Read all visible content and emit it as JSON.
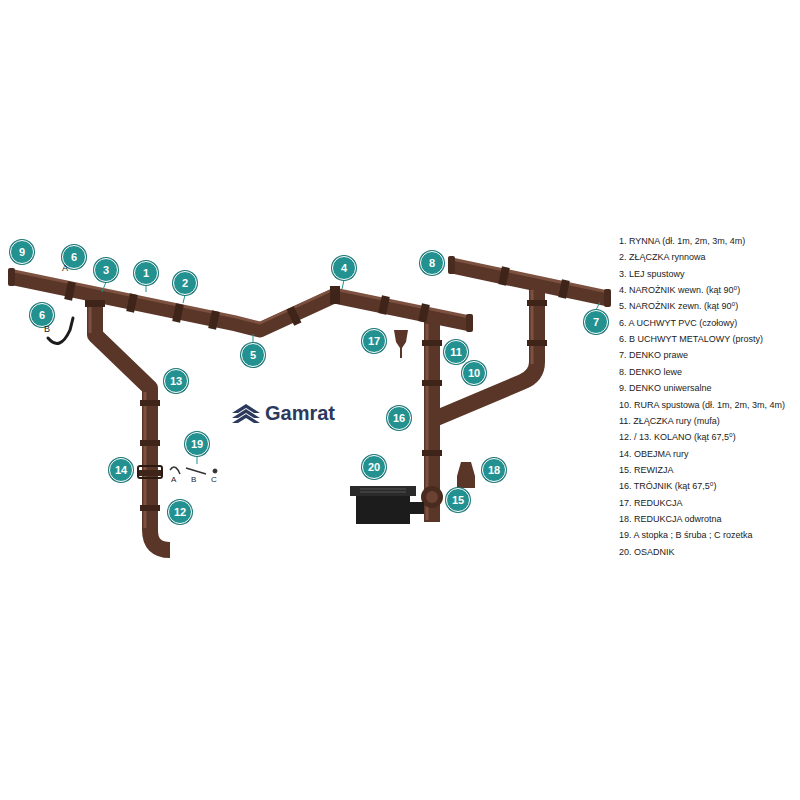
{
  "diagram": {
    "nodes": [
      {
        "text": [
          "9"
        ]
      },
      {
        "text": [
          "6"
        ]
      },
      {
        "text": [
          "3"
        ]
      },
      {
        "text": [
          "1"
        ]
      },
      {
        "text": [
          "2"
        ]
      },
      {
        "text": [
          "4"
        ]
      },
      {
        "text": [
          "8"
        ]
      },
      {
        "text": [
          "7"
        ]
      },
      {
        "text": [
          "6"
        ]
      },
      {
        "text": [
          "5"
        ]
      },
      {
        "text": [
          "17"
        ]
      },
      {
        "text": [
          "11"
        ]
      },
      {
        "text": [
          "10"
        ]
      },
      {
        "text": [
          "13"
        ]
      },
      {
        "text": [
          "16"
        ]
      },
      {
        "text": [
          "19"
        ]
      },
      {
        "text": [
          "14"
        ]
      },
      {
        "text": [
          "18"
        ]
      },
      {
        "text": [
          "20"
        ]
      },
      {
        "text": [
          "15"
        ]
      },
      {
        "text": [
          "12"
        ]
      }
    ],
    "labels": [
      "A",
      "B",
      "A",
      "B",
      "C",
      "Gamrat",
      "1. RYNNA (dł. 1m, 2m, 3m, 4m)",
      "2. ZŁĄCZKA rynnowa",
      "3. LEJ spustowy",
      "4. NAROŻNIK wewn. (kąt 90⁰)",
      "5. NAROŻNIK zewn. (kąt 90⁰)",
      "6. A UCHWYT PVC (czołowy)",
      "6. B UCHWYT METALOWY (prosty)",
      "7. DENKO prawe",
      "8. DENKO lewe",
      "9. DENKO uniwersalne",
      "10. RURA spustowa (dł. 1m, 2m, 3m, 4m)",
      "11. ZŁĄCZKA rury (mufa)",
      "12. / 13. KOLANO (kąt 67,5⁰)",
      "14. OBEJMA rury",
      "15. REWIZJA",
      "16. TRÓJNIK (kąt 67,5⁰)",
      "17. REDUKCJA",
      "18. REDUKCJA odwrotna",
      "19. A stopka ; B śruba ; C rozetka",
      "20. OSADNIK"
    ]
  }
}
